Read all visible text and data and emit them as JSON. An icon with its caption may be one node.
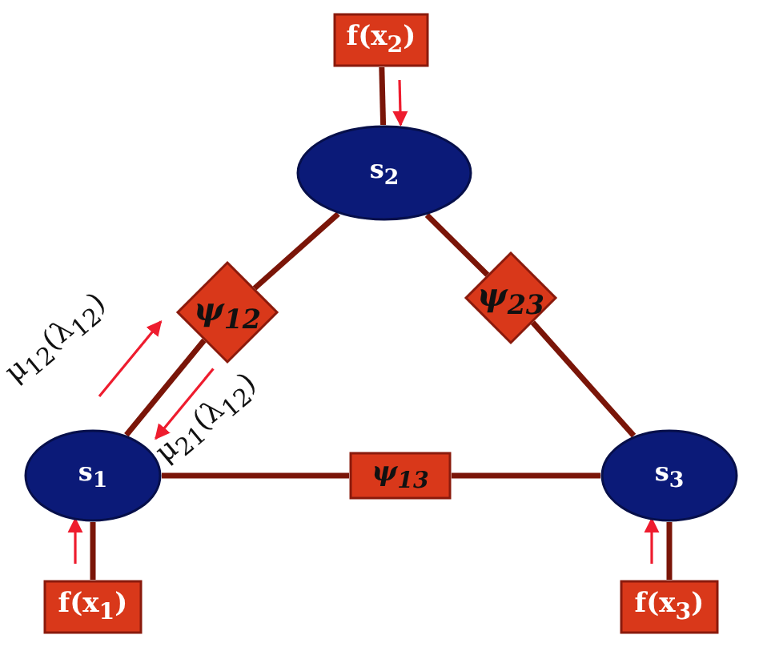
{
  "diagram": {
    "nodes": [
      {
        "text": [
          "f(x$_{2}$)"
        ]
      },
      {
        "text": [
          "s$_{2}$"
        ]
      },
      {
        "text": [
          "ψ$_{12}$"
        ]
      },
      {
        "text": [
          "ψ$_{23}$"
        ]
      },
      {
        "text": [
          "s$_{1}$"
        ]
      },
      {
        "text": [
          "ψ$_{13}$"
        ]
      },
      {
        "text": [
          "s$_{3}$"
        ]
      },
      {
        "text": [
          "f(x$_{1}$)"
        ]
      },
      {
        "text": [
          "f(x$_{3}$)"
        ]
      }
    ],
    "edges": [
      {
        "from": 0,
        "to": 1,
        "arrow": "none"
      },
      {
        "from": 1,
        "to": 2,
        "arrow": "none"
      },
      {
        "from": 2,
        "to": 4,
        "arrow": "none"
      },
      {
        "from": 1,
        "to": 3,
        "arrow": "none"
      },
      {
        "from": 3,
        "to": 6,
        "arrow": "none"
      },
      {
        "from": 4,
        "to": 5,
        "arrow": "none"
      },
      {
        "from": 5,
        "to": 6,
        "arrow": "none"
      },
      {
        "from": 7,
        "to": 4,
        "arrow": "none"
      },
      {
        "from": 8,
        "to": 6,
        "arrow": "none"
      },
      {
        "from": 0,
        "to": 1,
        "arrow": "to",
        "color": "#ee1c2e"
      },
      {
        "from": 4,
        "to": 2,
        "arrow": "to",
        "color": "#ee1c2e",
        "label": "μ$_{12}$(λ$_{12}$)"
      },
      {
        "from": 2,
        "to": 4,
        "arrow": "to",
        "color": "#ee1c2e",
        "label": "μ$_{21}$(λ$_{12}$)"
      },
      {
        "from": 7,
        "to": 4,
        "arrow": "to",
        "color": "#ee1c2e"
      },
      {
        "from": 8,
        "to": 6,
        "arrow": "to",
        "color": "#ee1c2e"
      }
    ]
  }
}
